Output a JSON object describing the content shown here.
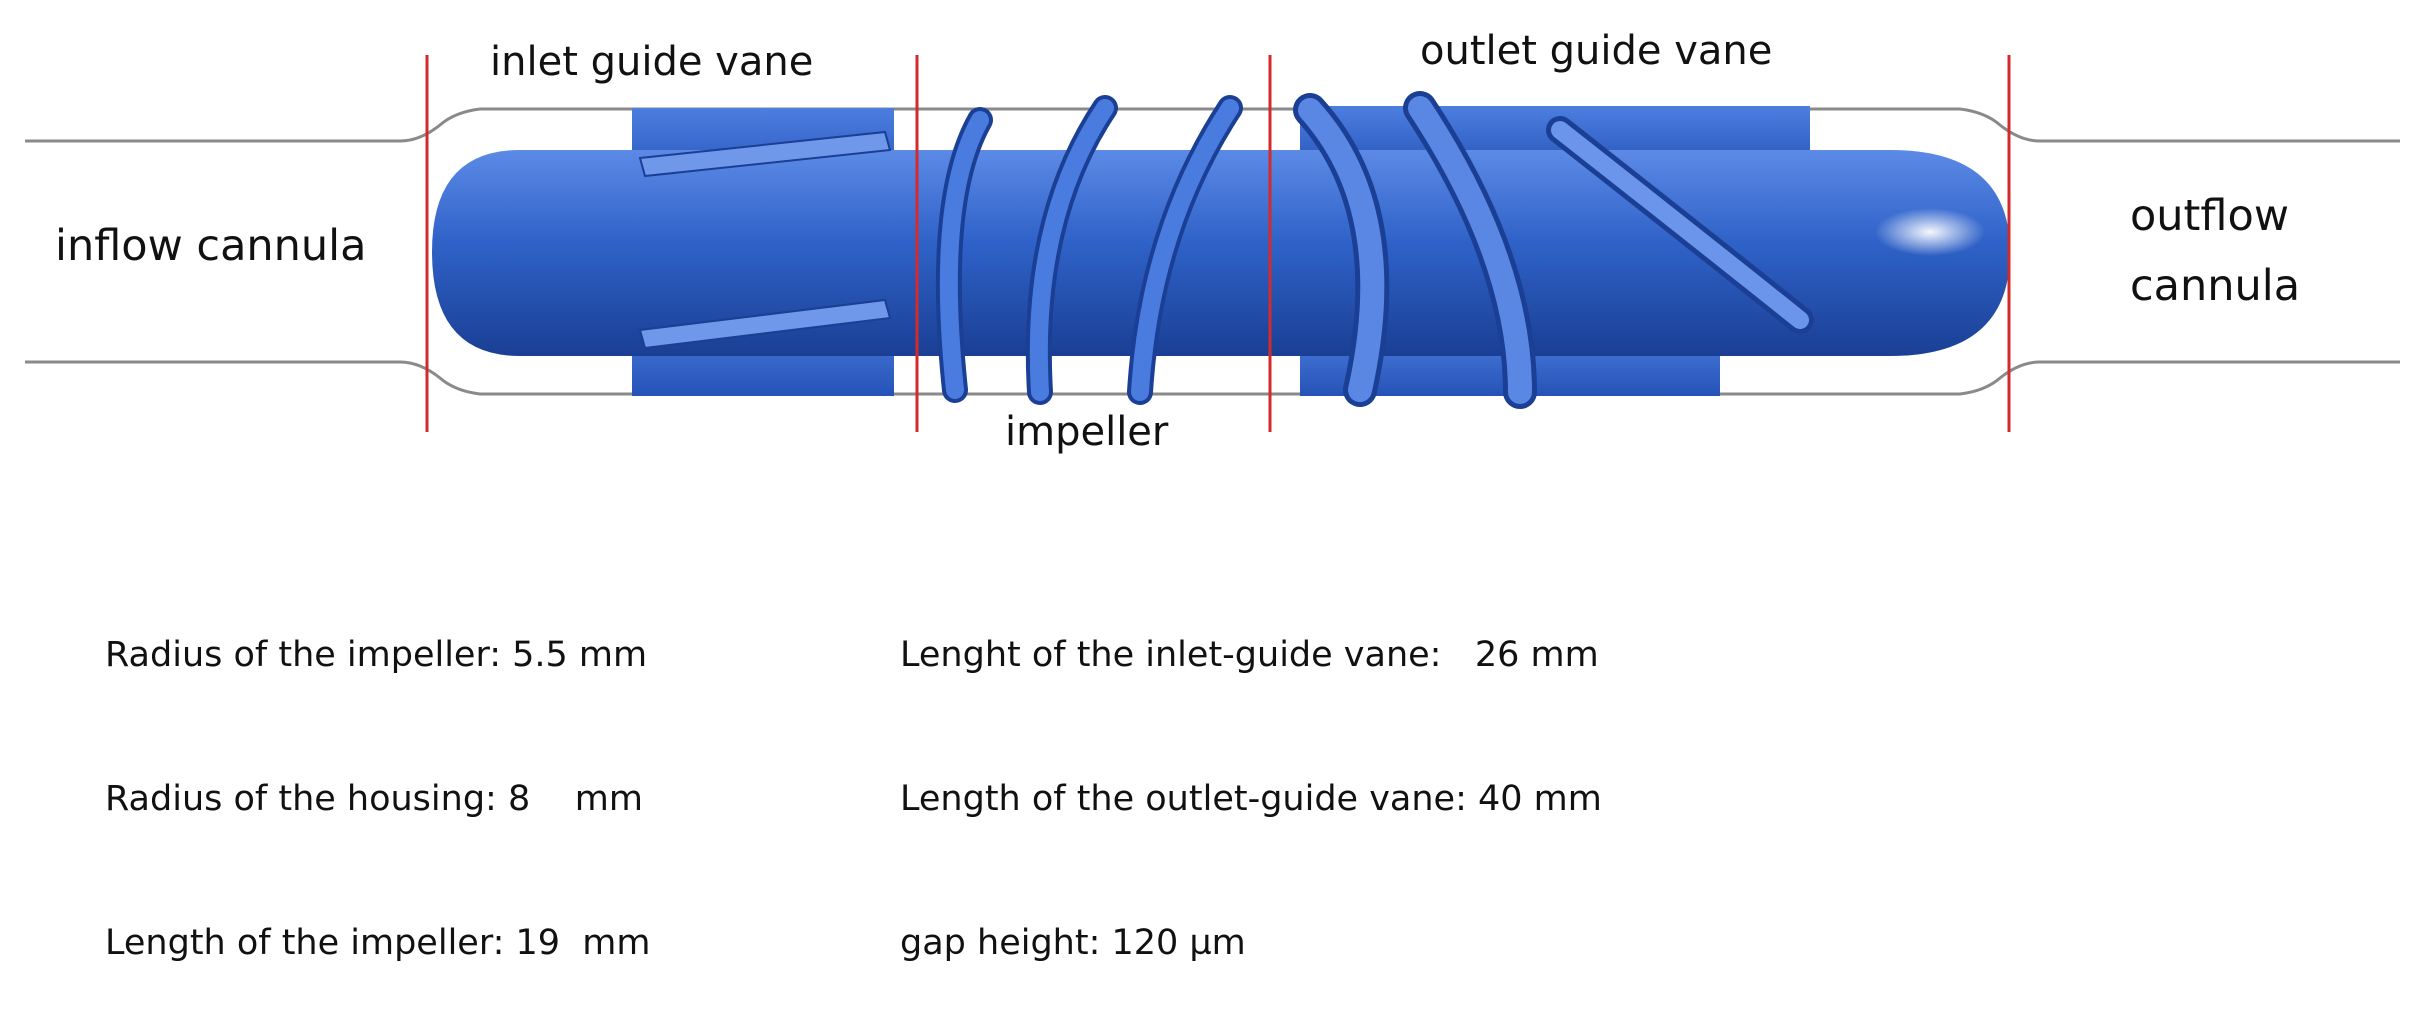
{
  "labels": {
    "inlet_guide_vane": "inlet guide vane",
    "outlet_guide_vane": "outlet guide vane",
    "inflow_cannula": "inflow cannula",
    "outflow_cannula_line1": "outflow",
    "outflow_cannula_line2": "cannula",
    "impeller": "impeller"
  },
  "specs_left": [
    "Radius of the impeller: 5.5 mm",
    "Radius of the housing: 8    mm",
    "Length of the impeller: 19  mm"
  ],
  "specs_right": [
    "Lenght of the inlet-guide vane:   26 mm",
    "Length of the outlet-guide vane: 40 mm",
    "gap height: 120 µm"
  ],
  "colors": {
    "divider": "#d42a2a",
    "outline": "#8a8a8a",
    "body": "#2f62c8",
    "body_light": "#5c8ae6",
    "body_dark": "#1a3f94"
  }
}
